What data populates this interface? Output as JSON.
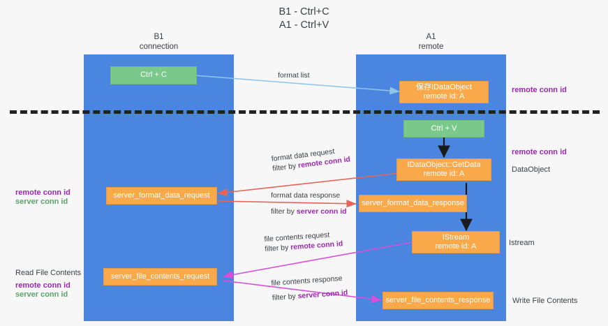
{
  "title": {
    "line1": "B1 - Ctrl+C",
    "line2": "A1 - Ctrl+V"
  },
  "lanes": [
    {
      "name": "B1",
      "subtitle": "connection"
    },
    {
      "name": "A1",
      "subtitle": "remote"
    }
  ],
  "nodes": {
    "ctrl_c": {
      "line1": "Ctrl + C"
    },
    "data_object_top": {
      "line1": "保存IDataObject",
      "line2": "remote id: A"
    },
    "ctrl_v": {
      "line1": "Ctrl + V"
    },
    "get_data": {
      "line1": "IDataObject::GetData",
      "line2": "remote id: A"
    },
    "server_format_data_request": {
      "line1": "server_format_data_request"
    },
    "server_format_data_response": {
      "line1": "server_format_data_response"
    },
    "istream": {
      "line1": "IStream",
      "line2": "remote id: A"
    },
    "server_file_contents_request": {
      "line1": "server_file_contents_request"
    },
    "server_file_contents_response": {
      "line1": "server_file_contents_response"
    }
  },
  "edge_labels": {
    "format_list": "format list",
    "format_data_request": "format data request",
    "format_data_request_filter_prefix": "filter by ",
    "format_data_request_filter_key": "remote conn id",
    "format_data_response": "format data response",
    "format_data_response_filter_prefix": "filter by ",
    "format_data_response_filter_key": "server conn id",
    "file_contents_request": "file contents request",
    "file_contents_request_filter_prefix": "filter by ",
    "file_contents_request_filter_key": "remote conn id",
    "file_contents_response": "file contents response",
    "file_contents_response_filter_prefix": "filter by ",
    "file_contents_response_filter_key": "server conn id"
  },
  "right_labels": {
    "remote_conn_id_top": "remote conn id",
    "remote_conn_id_mid": "remote conn id",
    "data_object": "DataObject",
    "istream": "Istream",
    "write_file_contents": "Write File Contents"
  },
  "left_labels": {
    "remote_conn_id_1": "remote conn id",
    "server_conn_id_1": "server conn id",
    "read_file_contents": "Read File Contents",
    "remote_conn_id_2": "remote conn id",
    "server_conn_id_2": "server conn id"
  },
  "colors": {
    "lane": "#4a86e0",
    "green_node": "#7bc98a",
    "orange_node": "#f9a94a",
    "purple_text": "#9c27b0",
    "green_text": "#5aa469",
    "arrow_blue": "#8ec5e8",
    "arrow_red": "#e8645a",
    "arrow_magenta": "#d94fd9",
    "arrow_black": "#1a1a1a",
    "background": "#f7f7f7"
  }
}
